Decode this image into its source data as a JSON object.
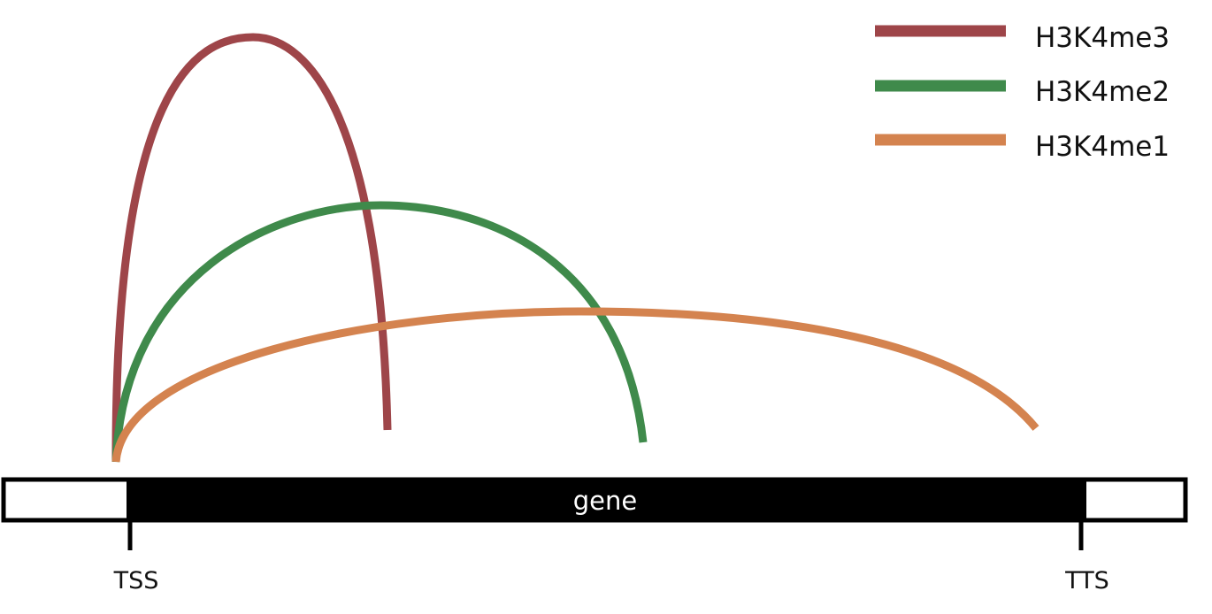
{
  "series": [
    {
      "name": "H3K4me3",
      "color": "#9e4549"
    },
    {
      "name": "H3K4me2",
      "color": "#3f8a4b"
    },
    {
      "name": "H3K4me1",
      "color": "#d4834f"
    }
  ],
  "gene": {
    "label": "gene",
    "body_color": "#000000",
    "utr_color": "#ffffff"
  },
  "sites": {
    "tss_label": "TSS",
    "tts_label": "TTS"
  }
}
